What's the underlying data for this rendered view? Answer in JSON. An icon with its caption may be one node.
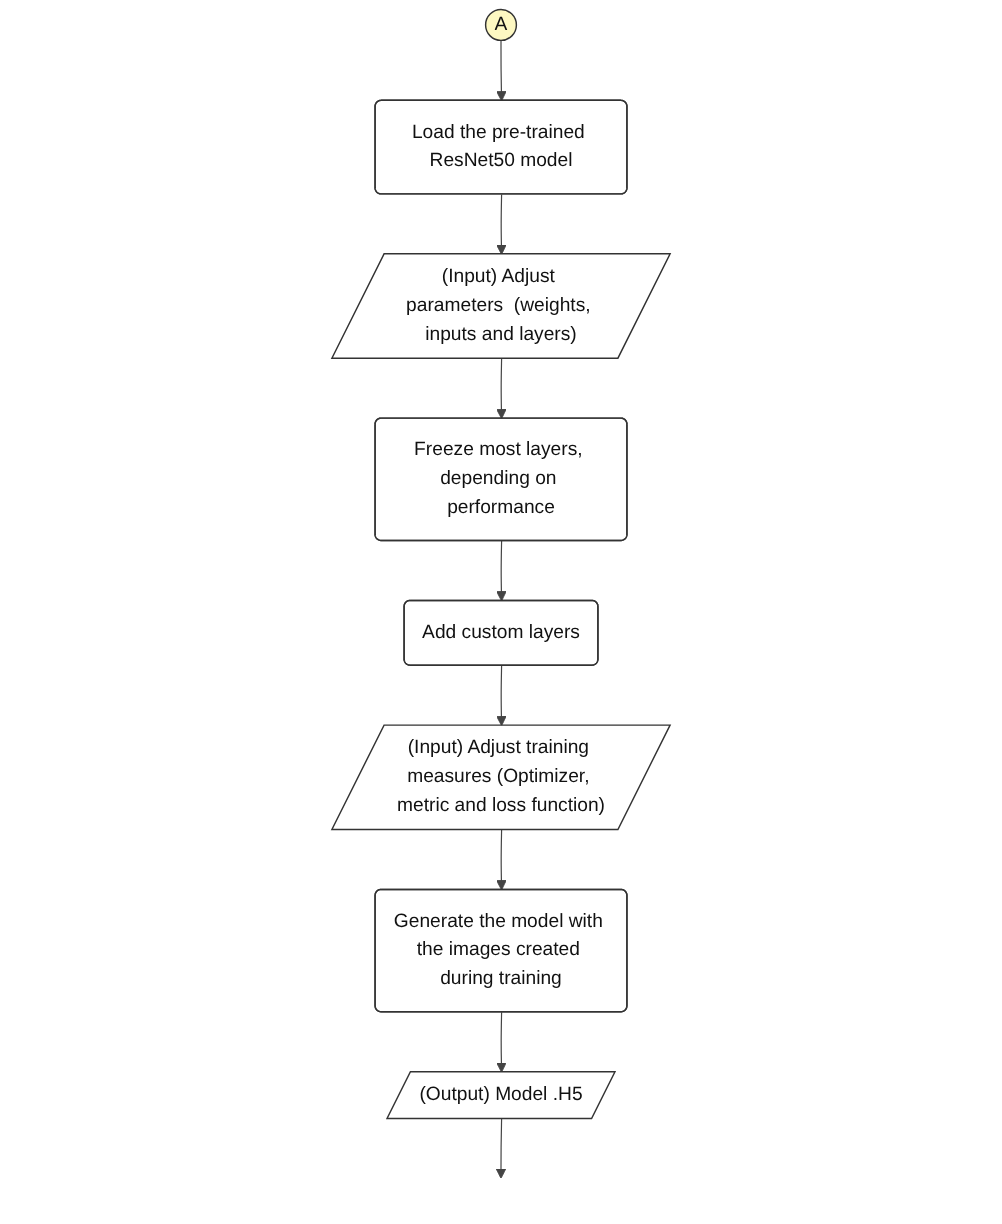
{
  "diagram": {
    "nodes": [
      {
        "text": [
          "A"
        ]
      },
      {
        "text": [
          "Load the pre-trained ResNet50 model"
        ]
      },
      {
        "text": [
          "(Input) Adjust parameters  (weights, inputs and layers)"
        ]
      },
      {
        "text": [
          "Freeze most layers, depending on performance"
        ]
      },
      {
        "text": [
          "Add custom layers"
        ]
      },
      {
        "text": [
          "(Input) Adjust training measures (Optimizer, metric and loss function)"
        ]
      },
      {
        "text": [
          "Generate the model with the images created during training"
        ]
      },
      {
        "text": [
          "(Output) Model .H5"
        ]
      }
    ],
    "edges": [
      {
        "from": 0,
        "to": 1,
        "arrow": "to"
      },
      {
        "from": 1,
        "to": 2,
        "arrow": "to"
      },
      {
        "from": 2,
        "to": 3,
        "arrow": "to"
      },
      {
        "from": 3,
        "to": 4,
        "arrow": "to"
      },
      {
        "from": 4,
        "to": 5,
        "arrow": "to"
      },
      {
        "from": 5,
        "to": 6,
        "arrow": "to"
      },
      {
        "from": 6,
        "to": 7,
        "arrow": "to"
      },
      {
        "from": 7,
        "to": null,
        "arrow": "to"
      }
    ]
  }
}
